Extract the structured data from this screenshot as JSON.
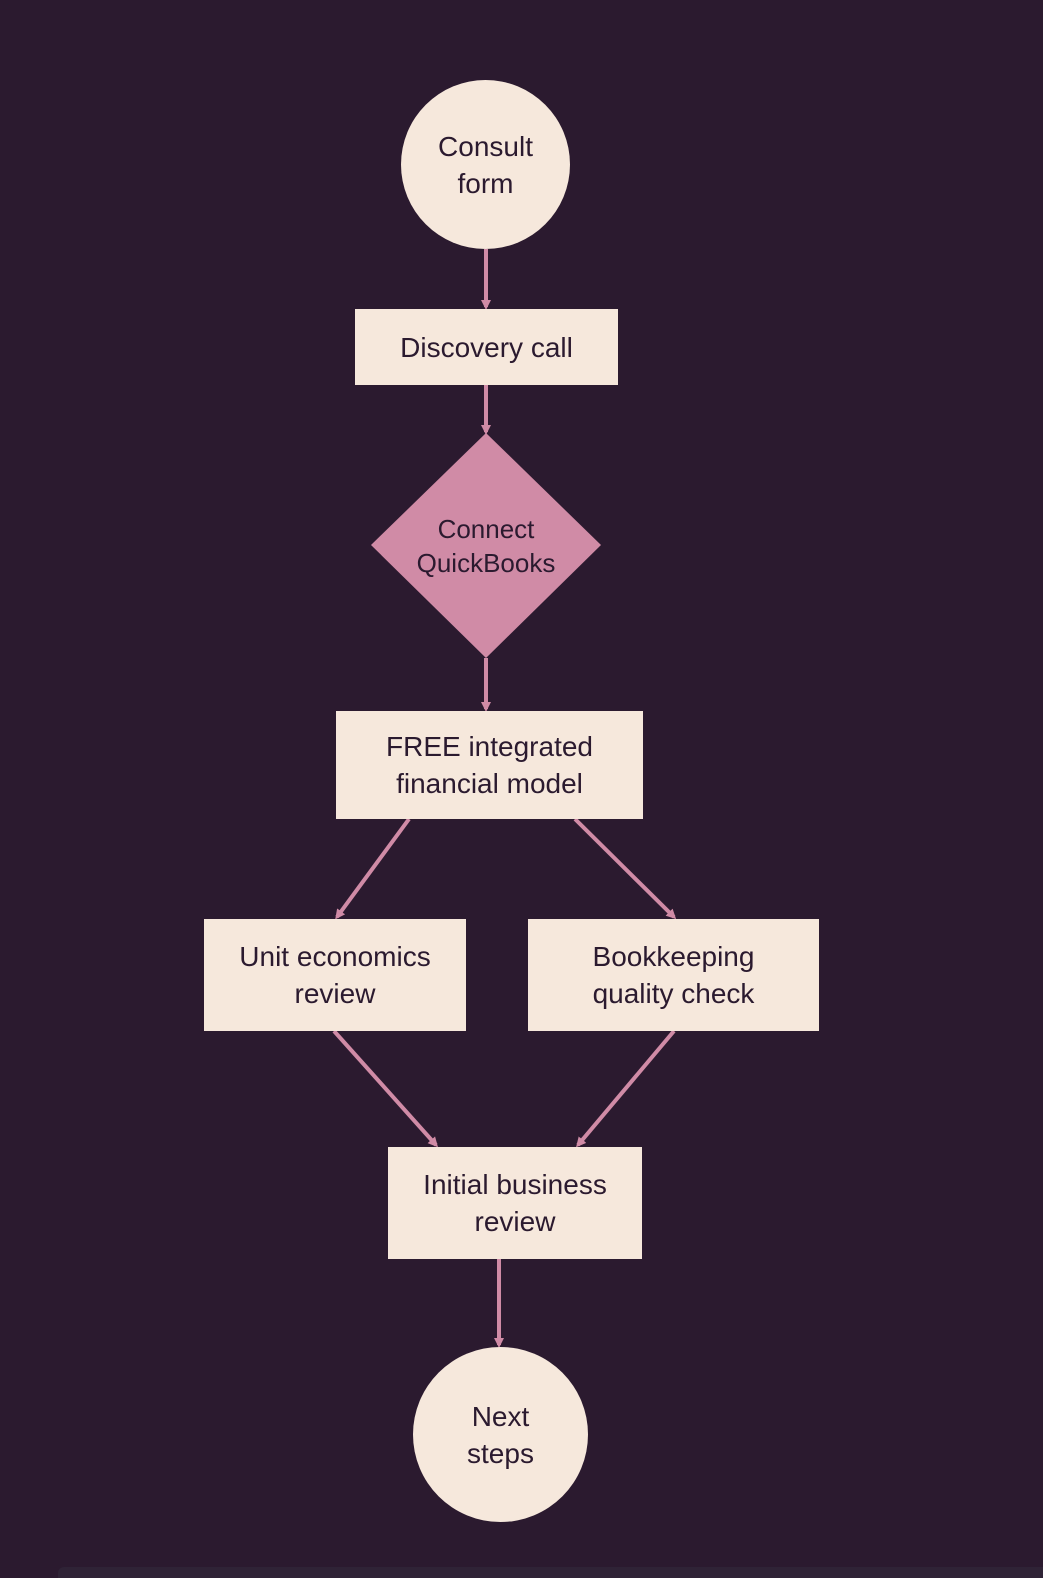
{
  "colors": {
    "background": "#2b1a2f",
    "node_fill": "#f6e8dc",
    "decision_fill": "#d08ba6",
    "arrow": "#d08ba6",
    "text": "#2b1a2f"
  },
  "nodes": {
    "start": {
      "label": "Consult\nform",
      "line1": "Consult",
      "line2": "form",
      "shape": "circle"
    },
    "discovery": {
      "label": "Discovery call",
      "shape": "rect"
    },
    "quickbooks": {
      "line1": "Connect",
      "line2": "QuickBooks",
      "shape": "diamond"
    },
    "model": {
      "line1": "FREE integrated",
      "line2": "financial model",
      "shape": "rect"
    },
    "unit_econ": {
      "line1": "Unit economics",
      "line2": "review",
      "shape": "rect"
    },
    "bookkeeping": {
      "line1": "Bookkeeping",
      "line2": "quality check",
      "shape": "rect"
    },
    "initial_review": {
      "line1": "Initial business",
      "line2": "review",
      "shape": "rect"
    },
    "next_steps": {
      "line1": "Next",
      "line2": "steps",
      "shape": "circle"
    }
  },
  "edges": [
    {
      "from": "start",
      "to": "discovery"
    },
    {
      "from": "discovery",
      "to": "quickbooks"
    },
    {
      "from": "quickbooks",
      "to": "model"
    },
    {
      "from": "model",
      "to": "unit_econ"
    },
    {
      "from": "model",
      "to": "bookkeeping"
    },
    {
      "from": "unit_econ",
      "to": "initial_review"
    },
    {
      "from": "bookkeeping",
      "to": "initial_review"
    },
    {
      "from": "initial_review",
      "to": "next_steps"
    }
  ]
}
